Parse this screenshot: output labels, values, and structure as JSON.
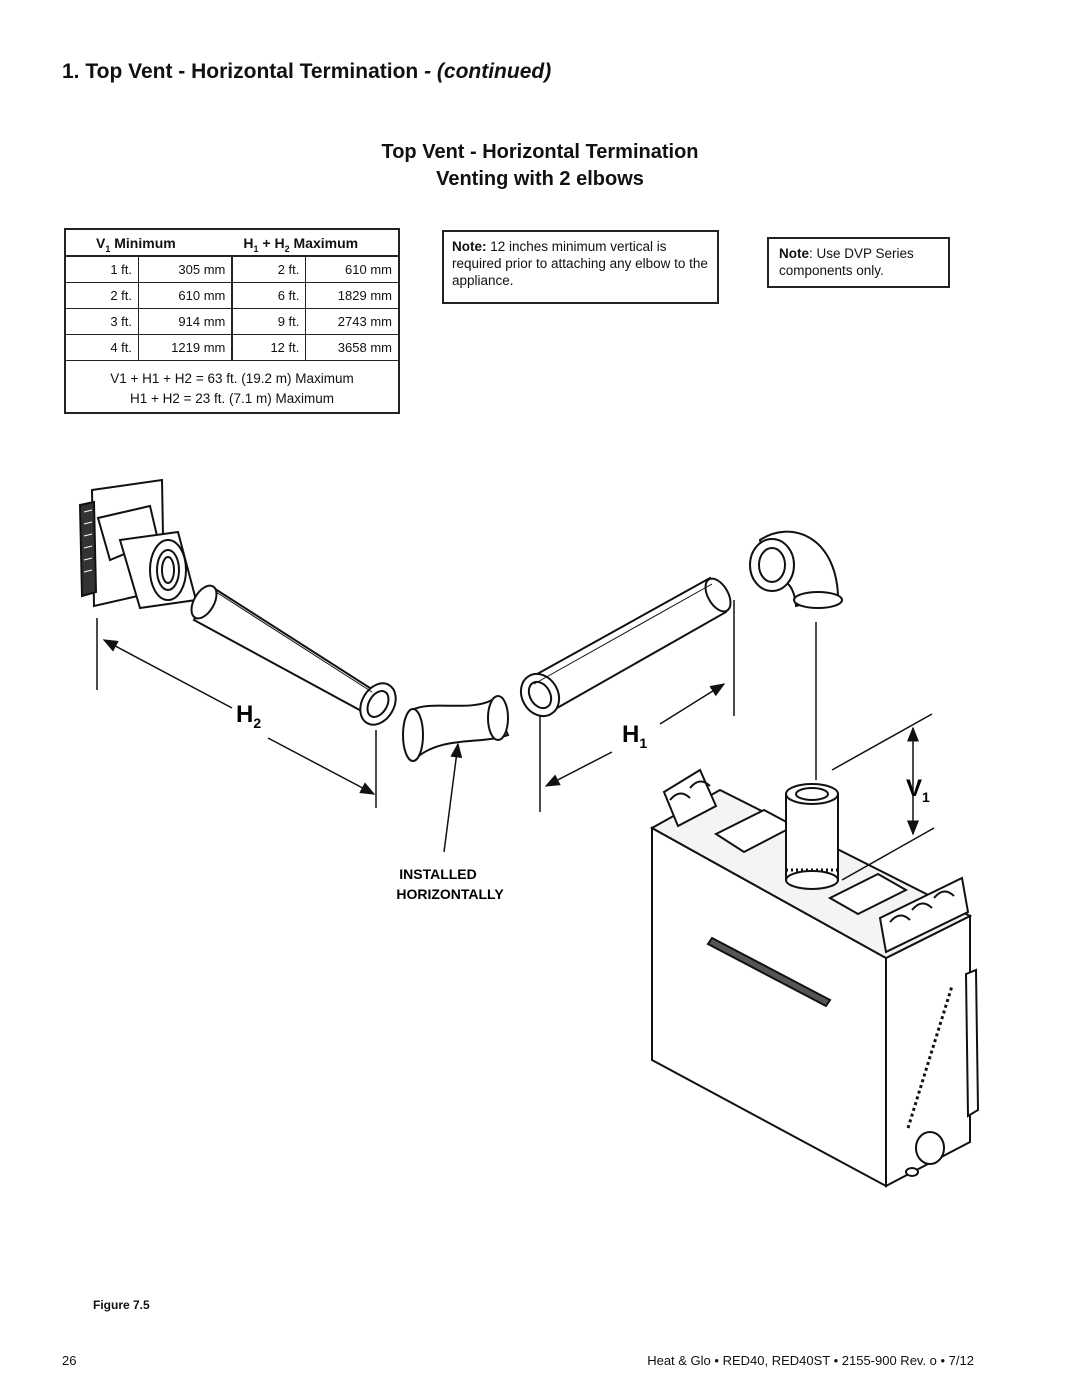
{
  "section_title": {
    "main": "1.  Top Vent - Horizontal Termination ",
    "continued": "- (continued)"
  },
  "figure_title": {
    "line1": "Top Vent - Horizontal Termination",
    "line2": "Venting with 2 elbows"
  },
  "spec_table": {
    "header_v1_letter": "V",
    "header_v1_sub": "1",
    "header_v1_text": " Minimum",
    "header_h_text_a": "H",
    "header_h_sub_a": "1",
    "header_h_plus": " + H",
    "header_h_sub_b": "2",
    "header_h_text_b": " Maximum",
    "rows": [
      [
        "1 ft.",
        "305 mm",
        "2 ft.",
        "610 mm"
      ],
      [
        "2 ft.",
        "610 mm",
        "6 ft.",
        "1829 mm"
      ],
      [
        "3 ft.",
        "914 mm",
        "9 ft.",
        "2743 mm"
      ],
      [
        "4 ft.",
        "1219 mm",
        "12 ft.",
        "3658 mm"
      ]
    ],
    "footnote1": "V1 + H1 + H2 = 63 ft. (19.2 m) Maximum",
    "footnote2": "H1 + H2 = 23 ft. (7.1 m) Maximum"
  },
  "note_vertical": {
    "label": "Note:",
    "text": " 12 inches minimum vertical is required prior to attaching any elbow to the appliance."
  },
  "note_dvp": {
    "label": "Note",
    "text": ": Use DVP Series components only."
  },
  "diagram": {
    "label_h2": "H",
    "label_h2_sub": "2",
    "label_h1": "H",
    "label_h1_sub": "1",
    "label_v1": "V",
    "label_v1_sub": "1",
    "installed_line1": "INSTALLED",
    "installed_line2": "HORIZONTALLY"
  },
  "figure_caption": "Figure 7.5",
  "page_number": "26",
  "footer": "Heat & Glo  •  RED40, RED40ST  •  2155-900 Rev. o  •  7/12"
}
